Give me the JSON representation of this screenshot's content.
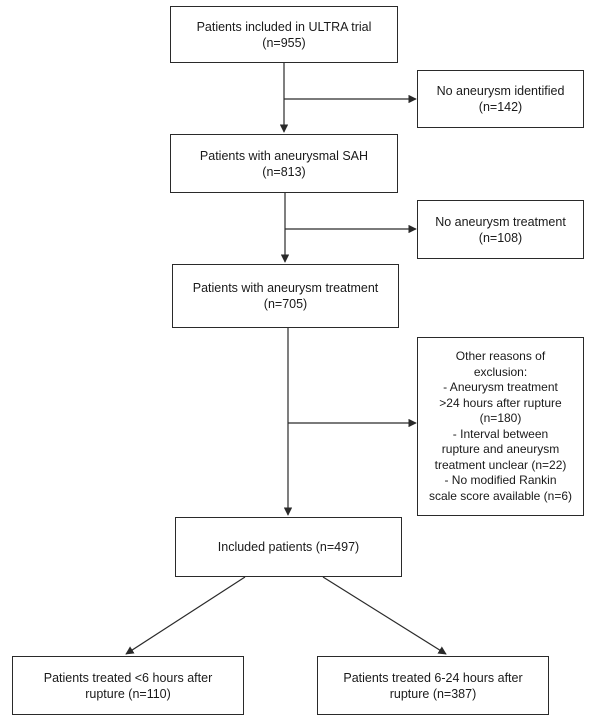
{
  "flowchart": {
    "main": [
      {
        "id": "included-ultra",
        "lines": [
          "Patients included in ULTRA trial",
          "(n=955)"
        ]
      },
      {
        "id": "aneurysmal-sah",
        "lines": [
          "Patients with aneurysmal SAH",
          "(n=813)"
        ]
      },
      {
        "id": "aneurysm-treatment",
        "lines": [
          "Patients with aneurysm treatment",
          "(n=705)"
        ]
      },
      {
        "id": "included-patients",
        "lines": [
          "Included patients (n=497)"
        ]
      }
    ],
    "exclusions": [
      {
        "id": "no-aneurysm-identified",
        "lines": [
          "No aneurysm identified",
          "(n=142)"
        ]
      },
      {
        "id": "no-aneurysm-treatment",
        "lines": [
          "No aneurysm treatment",
          "(n=108)"
        ]
      },
      {
        "id": "other-reasons",
        "lines": [
          "Other reasons of",
          "exclusion:",
          "- Aneurysm treatment",
          ">24 hours after rupture",
          "(n=180)",
          "- Interval between",
          "rupture and aneurysm",
          "treatment unclear (n=22)",
          "- No modified Rankin",
          "scale score available (n=6)"
        ]
      }
    ],
    "groups": [
      {
        "id": "treated-under-6h",
        "lines": [
          "Patients treated <6 hours after",
          "rupture (n=110)"
        ]
      },
      {
        "id": "treated-6-24h",
        "lines": [
          "Patients treated 6-24 hours after",
          "rupture (n=387)"
        ]
      }
    ]
  }
}
